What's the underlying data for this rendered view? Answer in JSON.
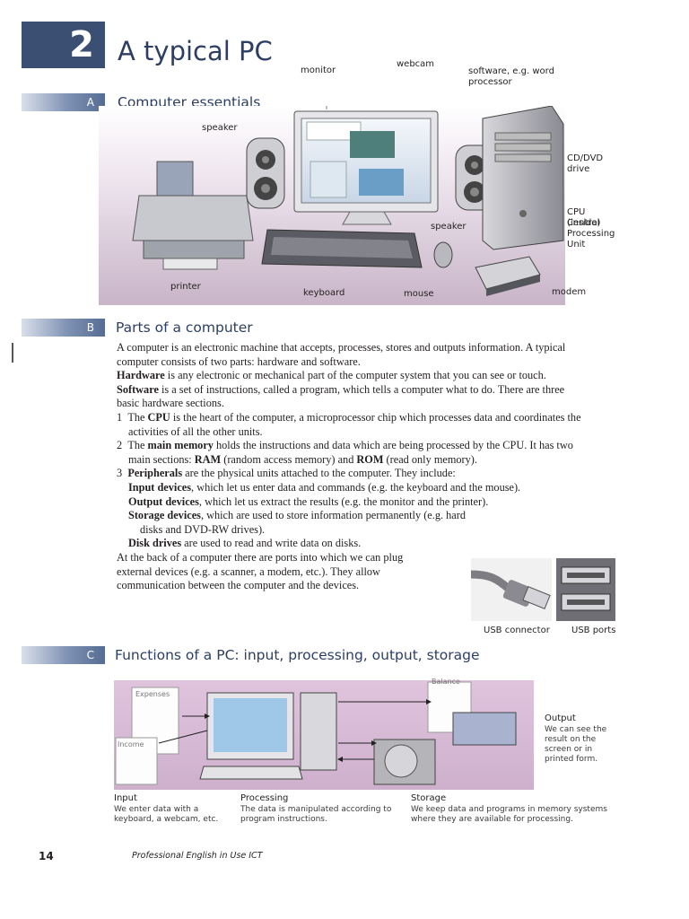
{
  "unit": {
    "number": "2",
    "title": "A typical PC"
  },
  "section_a": {
    "letter": "A",
    "title": "Computer essentials",
    "labels": {
      "monitor": "monitor",
      "webcam": "webcam",
      "software_1": "software, e.g. word",
      "software_2": "processor",
      "speaker_left": "speaker",
      "speaker_right": "speaker",
      "cd_dvd_1": "CD/DVD",
      "cd_dvd_2": "drive",
      "cpu_1": "CPU (inside)",
      "cpu_2": "Central",
      "cpu_3": "Processing",
      "cpu_4": "Unit",
      "printer": "printer",
      "keyboard": "keyboard",
      "mouse": "mouse",
      "modem": "modem"
    }
  },
  "section_b": {
    "letter": "B",
    "title": "Parts of a computer",
    "p1": "A computer is an electronic machine that accepts, processes, stores and outputs information. A typical computer consists of two parts: hardware and software.",
    "hardware_term": "Hardware",
    "hardware_def": " is any electronic or mechanical part of the computer system that you can see or touch.",
    "software_term": "Software",
    "software_def": " is a set of instructions, called a program, which tells a computer what to do. There are three basic hardware sections.",
    "item1_num": "1",
    "item1_pre": "The ",
    "item1_term": "CPU",
    "item1_def": " is the heart of the computer, a microprocessor chip which processes data and coordinates the activities of all the other units.",
    "item2_num": "2",
    "item2_pre": "The ",
    "item2_term": "main memory",
    "item2_def_a": " holds the instructions and data which are being processed by the CPU. It has two main sections: ",
    "item2_ram": "RAM",
    "item2_def_b": " (random access memory) and ",
    "item2_rom": "ROM",
    "item2_def_c": " (read only memory).",
    "item3_num": "3",
    "item3_term": "Peripherals",
    "item3_def": " are the physical units attached to the computer. They include:",
    "input_term": "Input devices",
    "input_def": ", which let us enter data and commands (e.g. the keyboard and the mouse).",
    "output_term": "Output devices",
    "output_def": ", which let us extract the results (e.g. the monitor and the printer).",
    "storage_term": "Storage devices",
    "storage_def": ", which are used to store information permanently (e.g. hard disks and DVD-RW drives).",
    "disk_term": "Disk drives",
    "disk_def": " are used to read and write data on disks.",
    "ports_text": "At the back of a computer there are ports into which we can plug external devices (e.g. a scanner, a modem, etc.). They allow communication between the computer and the devices.",
    "usb_connector": "USB connector",
    "usb_ports": "USB ports"
  },
  "section_c": {
    "letter": "C",
    "title": "Functions of a PC: input, processing, output, storage",
    "doc_expenses": "Expenses",
    "doc_income": "Income",
    "doc_balance": "Balance",
    "output_title": "Output",
    "output_text": "We can see the result on the screen or in printed form.",
    "input_title": "Input",
    "input_text": "We enter data with a keyboard, a webcam, etc.",
    "processing_title": "Processing",
    "processing_text": "The data is manipulated according to program instructions.",
    "storage_title": "Storage",
    "storage_text": "We keep data and programs in memory systems where they are available for processing."
  },
  "footer": {
    "page": "14",
    "book": "Professional English in Use ICT"
  }
}
